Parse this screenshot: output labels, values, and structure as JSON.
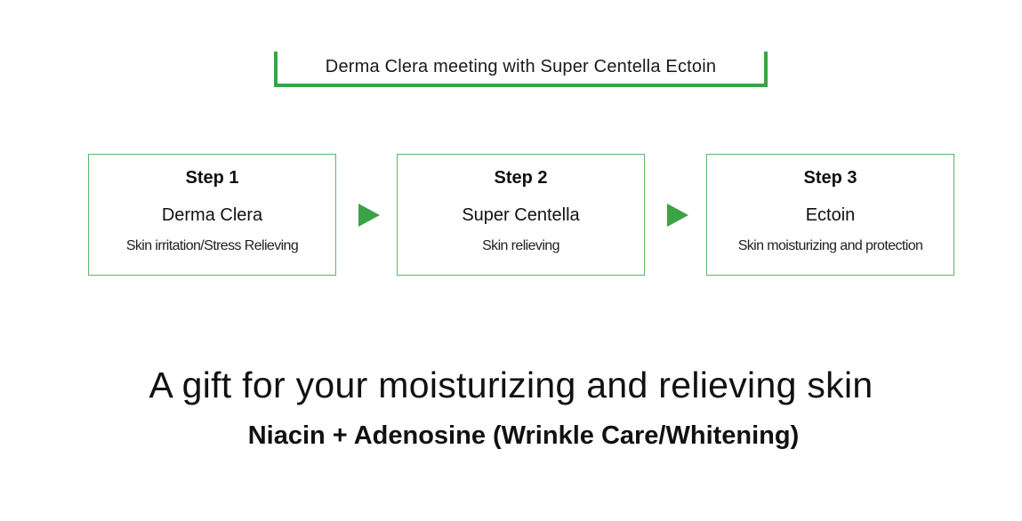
{
  "banner": {
    "text": "Derma Clera meeting with Super Centella Ectoin"
  },
  "steps": [
    {
      "number": "Step 1",
      "name": "Derma Clera",
      "description": "Skin irritation/Stress Relieving"
    },
    {
      "number": "Step 2",
      "name": "Super Centella",
      "description": "Skin relieving"
    },
    {
      "number": "Step 3",
      "name": "Ectoin",
      "description": "Skin moisturizing and protection"
    }
  ],
  "arrows": [
    "arrow-right-icon",
    "arrow-right-icon"
  ],
  "headline": "A gift for your moisturizing and relieving skin",
  "subheadline": "Niacin + Adenosine (Wrinkle Care/Whitening)",
  "colors": {
    "accent": "#3aa345",
    "box_border": "#5fb566",
    "text": "#111111"
  }
}
